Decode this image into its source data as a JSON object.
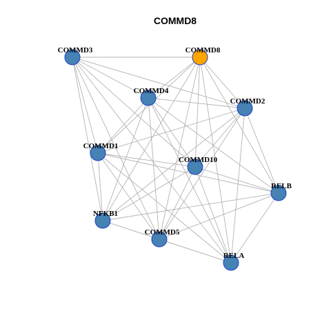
{
  "title": "COMMD8",
  "colors": {
    "edge": "#b3b3b3",
    "node_default_fill": "#4682b4",
    "node_default_stroke": "#1a3fc4",
    "node_highlight_fill": "#ffa500",
    "node_highlight_stroke": "#1a3fc4",
    "background": "#ffffff"
  },
  "network": {
    "highlighted_node": "COMMD8",
    "nodes": [
      "COMMD3",
      "COMMD8",
      "COMMD4",
      "COMMD2",
      "COMMD1",
      "COMMD10",
      "RELB",
      "NFKB1",
      "COMMD5",
      "RELA"
    ],
    "edges": [
      [
        "COMMD3",
        "COMMD8"
      ],
      [
        "COMMD3",
        "COMMD4"
      ],
      [
        "COMMD3",
        "COMMD2"
      ],
      [
        "COMMD3",
        "COMMD1"
      ],
      [
        "COMMD3",
        "COMMD10"
      ],
      [
        "COMMD3",
        "NFKB1"
      ],
      [
        "COMMD3",
        "COMMD5"
      ],
      [
        "COMMD3",
        "RELA"
      ],
      [
        "COMMD8",
        "COMMD4"
      ],
      [
        "COMMD8",
        "COMMD2"
      ],
      [
        "COMMD8",
        "COMMD1"
      ],
      [
        "COMMD8",
        "COMMD10"
      ],
      [
        "COMMD8",
        "RELB"
      ],
      [
        "COMMD8",
        "NFKB1"
      ],
      [
        "COMMD8",
        "COMMD5"
      ],
      [
        "COMMD8",
        "RELA"
      ],
      [
        "COMMD4",
        "COMMD2"
      ],
      [
        "COMMD4",
        "COMMD1"
      ],
      [
        "COMMD4",
        "COMMD10"
      ],
      [
        "COMMD4",
        "RELB"
      ],
      [
        "COMMD4",
        "NFKB1"
      ],
      [
        "COMMD4",
        "COMMD5"
      ],
      [
        "COMMD4",
        "RELA"
      ],
      [
        "COMMD2",
        "COMMD1"
      ],
      [
        "COMMD2",
        "COMMD10"
      ],
      [
        "COMMD2",
        "RELB"
      ],
      [
        "COMMD2",
        "NFKB1"
      ],
      [
        "COMMD2",
        "COMMD5"
      ],
      [
        "COMMD2",
        "RELA"
      ],
      [
        "COMMD1",
        "COMMD10"
      ],
      [
        "COMMD1",
        "RELB"
      ],
      [
        "COMMD1",
        "NFKB1"
      ],
      [
        "COMMD1",
        "COMMD5"
      ],
      [
        "COMMD1",
        "RELA"
      ],
      [
        "COMMD10",
        "RELB"
      ],
      [
        "COMMD10",
        "NFKB1"
      ],
      [
        "COMMD10",
        "COMMD5"
      ],
      [
        "COMMD10",
        "RELA"
      ],
      [
        "RELB",
        "NFKB1"
      ],
      [
        "RELB",
        "COMMD5"
      ],
      [
        "RELB",
        "RELA"
      ],
      [
        "NFKB1",
        "COMMD5"
      ],
      [
        "NFKB1",
        "RELA"
      ],
      [
        "COMMD5",
        "RELA"
      ]
    ]
  }
}
